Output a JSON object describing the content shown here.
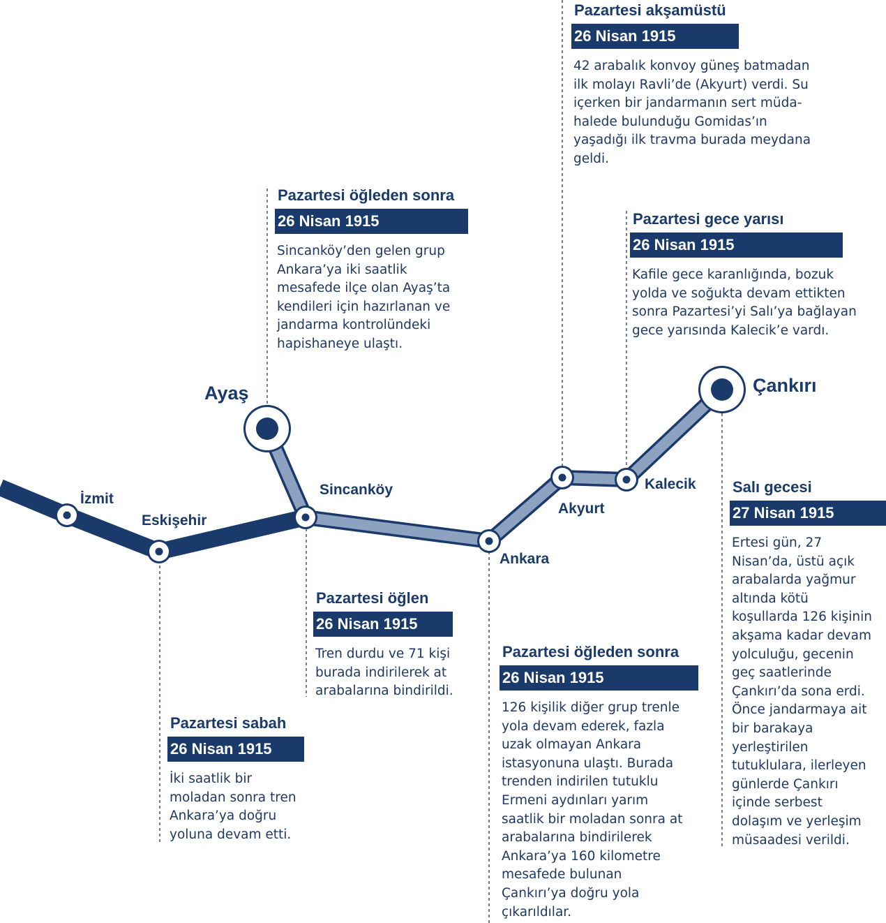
{
  "colors": {
    "dark_route": "#1a3a6b",
    "light_route": "#8da1c1",
    "date_bg": "#1a3a6b",
    "text": "#1f3864"
  },
  "stations": {
    "izmit": "İzmit",
    "eskisehir": "Eskişehir",
    "sincankoy": "Sincanköy",
    "ayas": "Ayaş",
    "ankara": "Ankara",
    "akyurt": "Akyurt",
    "kalecik": "Kalecik",
    "cankiri": "Çankırı"
  },
  "notes": {
    "eskisehir": {
      "title": "Pazartesi sabah",
      "date": "26 Nisan 1915",
      "text": "İki saatlik bir\nmoladan sonra tren\nAnkara’ya doğru\nyoluna devam etti."
    },
    "sincankoy": {
      "title": "Pazartesi öğlen",
      "date": "26 Nisan 1915",
      "text": "Tren durdu ve 71 kişi\nburada indirilerek at\narabalarına bindirildi."
    },
    "ayas": {
      "title": "Pazartesi öğleden sonra",
      "date": "26 Nisan 1915",
      "text": "Sincanköy’den gelen grup\nAnkara’ya iki saatlik\nmesafede ilçe olan Ayaş’ta\nkendileri için hazırlanan ve\njandarma kontrolündeki\nhapishaneye ulaştı."
    },
    "ankara": {
      "title": "Pazartesi öğleden sonra",
      "date": "26 Nisan 1915",
      "text": "126 kişilik diğer grup trenle\nyola devam ederek, fazla\nuzak olmayan Ankara\nistasyonuna ulaştı. Burada\ntrenden indirilen tutuklu\nErmeni aydınları yarım\nsaatlik bir moladan sonra at\narabalarına bindirilerek\nAnkara’ya 160 kilometre\nmesafede bulunan\nÇankırı’ya doğru yola\nçıkarıldılar."
    },
    "akyurt": {
      "title": "Pazartesi akşamüstü",
      "date": "26 Nisan 1915",
      "text": "42 arabalık konvoy güneş batmadan\nilk molayı Ravli’de (Akyurt) verdi. Su\niçerken bir jandarmanın sert müda-\nhalede bulunduğu Gomidas’ın\nyaşadığı ilk travma burada meydana\ngeldi."
    },
    "kalecik": {
      "title": "Pazartesi gece yarısı",
      "date": "26 Nisan 1915",
      "text": "Kafile gece karanlığında, bozuk\nyolda ve soğukta devam ettikten\nsonra Pazartesi’yi Salı’ya bağlayan\ngece yarısında Kalecik’e vardı."
    },
    "cankiri": {
      "title": "Salı gecesi",
      "date": "27 Nisan 1915",
      "text": "Ertesi gün, 27\nNisan’da, üstü açık\narabalarda yağmur\naltında kötü\nkoşullarda 126 kişinin\nakşama kadar devam\nyolculuğu, gecenin\ngeç saatlerinde\nÇankırı’da sona erdi.\nÖnce jandarmaya ait\nbir barakaya\nyerleştirilen\ntutuklulara, ilerleyen\ngünlerde Çankırı\niçinde serbest\ndolaşım ve yerleşim\nmüsaadesi verildi."
    }
  }
}
